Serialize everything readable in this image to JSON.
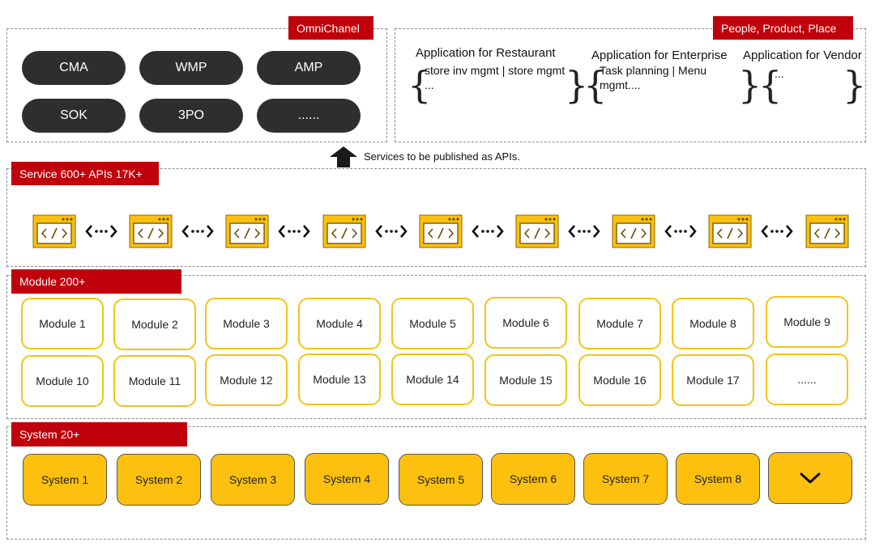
{
  "omnichannel": {
    "tag": "OmniChanel",
    "pills": [
      "CMA",
      "WMP",
      "AMP",
      "SOK",
      "3PO",
      "......"
    ]
  },
  "people": {
    "tag": "People, Product, Place",
    "apps": [
      {
        "title": "Application for Restaurant",
        "body": "store inv mgmt | store mgmt ..."
      },
      {
        "title": "Application for Enterprise",
        "body": "Task planning | Menu mgmt...."
      },
      {
        "title": "Application for Vendor",
        "body": "..."
      }
    ]
  },
  "api_caption": "Services to be published as APIs.",
  "service": {
    "tag": "Service 600+  APIs 17K+",
    "icon_count": 9
  },
  "modules": {
    "tag": "Module 200+",
    "items": [
      "Module 1",
      "Module 2",
      "Module 3",
      "Module 4",
      "Module 5",
      "Module 6",
      "Module 7",
      "Module 8",
      "Module 9",
      "Module 10",
      "Module 11",
      "Module 12",
      "Module 13",
      "Module 14",
      "Module 15",
      "Module 16",
      "Module 17",
      "......"
    ]
  },
  "systems": {
    "tag": "System  20+",
    "items": [
      "System 1",
      "System 2",
      "System 3",
      "System 4",
      "System 5",
      "System 6",
      "System 7",
      "System 8"
    ],
    "more_icon": "chevron-down-icon"
  },
  "colors": {
    "tag_red": "#c0000b",
    "pill_dark": "#2e2e2e",
    "module_border": "#f2c418",
    "system_fill": "#fdc00f",
    "icon_fill": "#fdc00f"
  }
}
